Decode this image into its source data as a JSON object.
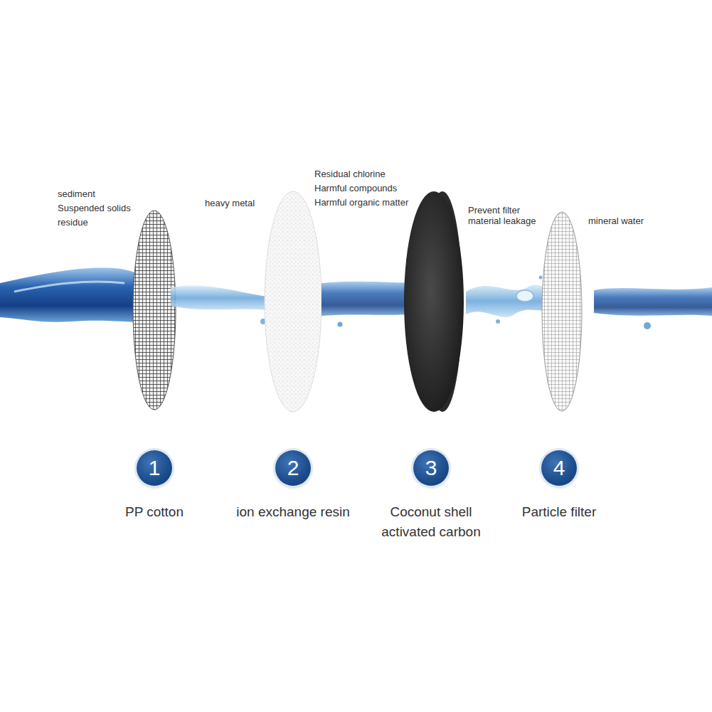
{
  "diagram": {
    "nodes": [
      {
        "text": [
          "1",
          "PP cotton"
        ]
      },
      {
        "text": [
          "2",
          "ion exchange resin"
        ]
      },
      {
        "text": [
          "3",
          "Coconut shell activated carbon"
        ]
      },
      {
        "text": [
          "4",
          "Particle filter"
        ]
      }
    ],
    "labels": [
      "sediment",
      "Suspended solids",
      "residue",
      "heavy metal",
      "Residual chlorine",
      "Harmful compounds",
      "Harmful organic matter",
      "Prevent filter material leakage",
      "mineral water"
    ]
  }
}
